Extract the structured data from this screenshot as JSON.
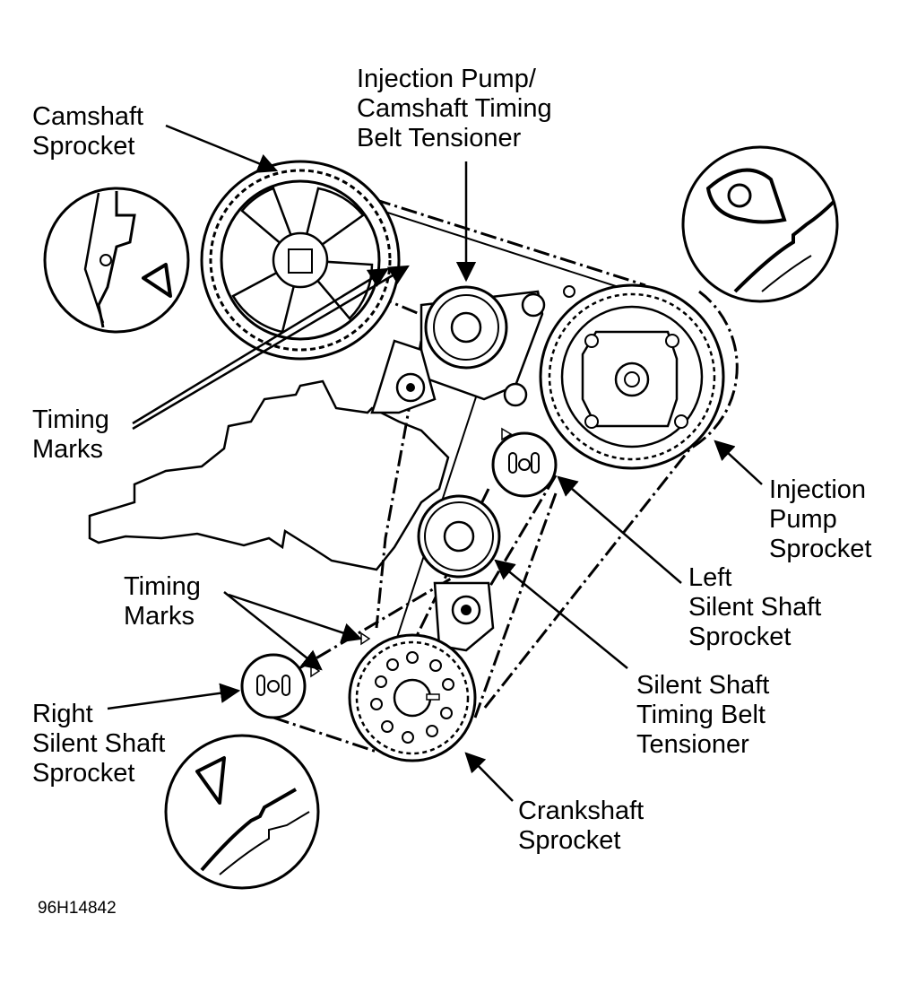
{
  "labels": {
    "camshaft_sprocket": [
      "Camshaft",
      "Sprocket"
    ],
    "injection_pump_tensioner": [
      "Injection Pump/",
      "Camshaft Timing",
      "Belt Tensioner"
    ],
    "timing_marks_upper": [
      "Timing",
      "Marks"
    ],
    "injection_pump_sprocket": [
      "Injection",
      "Pump",
      "Sprocket"
    ],
    "left_silent_shaft_sprocket": [
      "Left",
      "Silent Shaft",
      "Sprocket"
    ],
    "timing_marks_lower": [
      "Timing",
      "Marks"
    ],
    "silent_shaft_tensioner": [
      "Silent Shaft",
      "Timing Belt",
      "Tensioner"
    ],
    "right_silent_shaft_sprocket": [
      "Right",
      "Silent Shaft",
      "Sprocket"
    ],
    "crankshaft_sprocket": [
      "Crankshaft",
      "Sprocket"
    ]
  },
  "figure_code": "96H14842"
}
